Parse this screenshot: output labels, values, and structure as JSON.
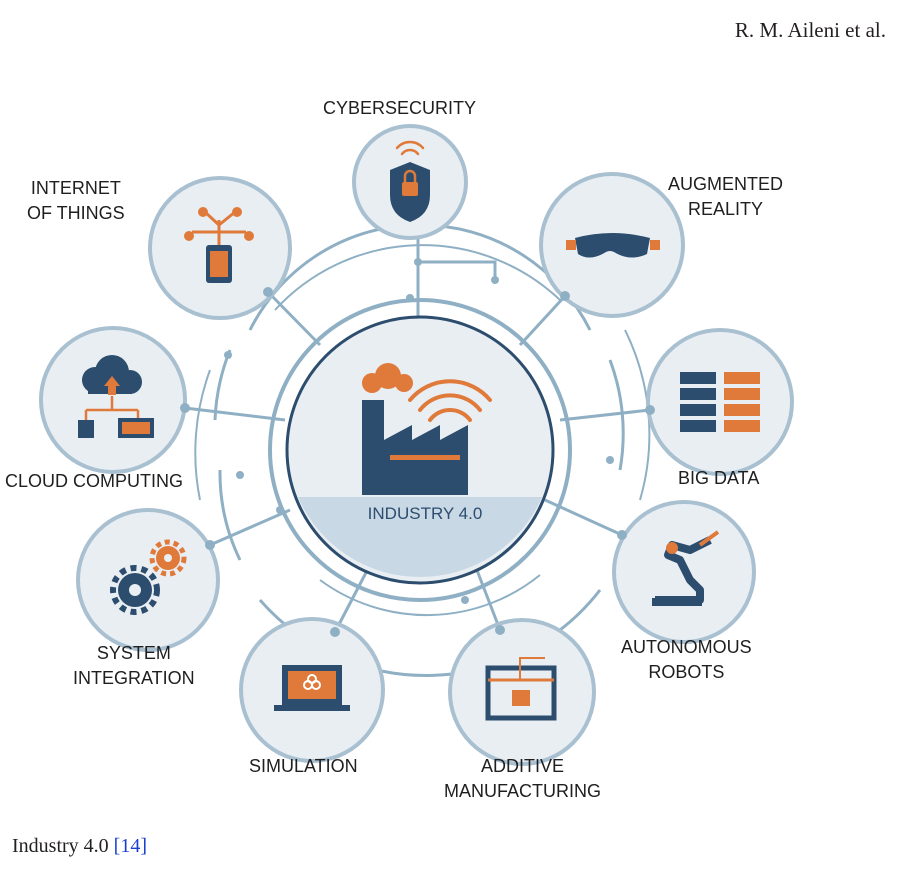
{
  "header": {
    "author": "R. M. Aileni et al."
  },
  "hub": {
    "label": "INDUSTRY 4.0"
  },
  "nodes": [
    {
      "id": "cybersecurity",
      "lines": [
        "CYBERSECURITY"
      ],
      "icon": "lock-shield-icon"
    },
    {
      "id": "augmented-reality",
      "lines": [
        "AUGMENTED",
        "REALITY"
      ],
      "icon": "vr-headset-icon"
    },
    {
      "id": "big-data",
      "lines": [
        "BIG DATA"
      ],
      "icon": "server-rack-icon"
    },
    {
      "id": "autonomous-robots",
      "lines": [
        "AUTONOMOUS",
        "ROBOTS"
      ],
      "icon": "robot-arm-icon"
    },
    {
      "id": "additive-manufacturing",
      "lines": [
        "ADDITIVE",
        "MANUFACTURING"
      ],
      "icon": "3d-printer-icon"
    },
    {
      "id": "simulation",
      "lines": [
        "SIMULATION"
      ],
      "icon": "laptop-simulation-icon"
    },
    {
      "id": "system-integration",
      "lines": [
        "SYSTEM",
        "INTEGRATION"
      ],
      "icon": "gears-icon"
    },
    {
      "id": "cloud-computing",
      "lines": [
        "CLOUD COMPUTING"
      ],
      "icon": "cloud-network-icon"
    },
    {
      "id": "internet-of-things",
      "lines": [
        "INTERNET",
        "OF THINGS"
      ],
      "icon": "iot-tablet-icon"
    }
  ],
  "caption": {
    "text": "Industry 4.0 ",
    "ref": "[14]"
  },
  "colors": {
    "navy": "#2c4d6e",
    "orange": "#e07a3a",
    "circle_border": "#a9c0d1",
    "line": "#8fb0c4"
  }
}
